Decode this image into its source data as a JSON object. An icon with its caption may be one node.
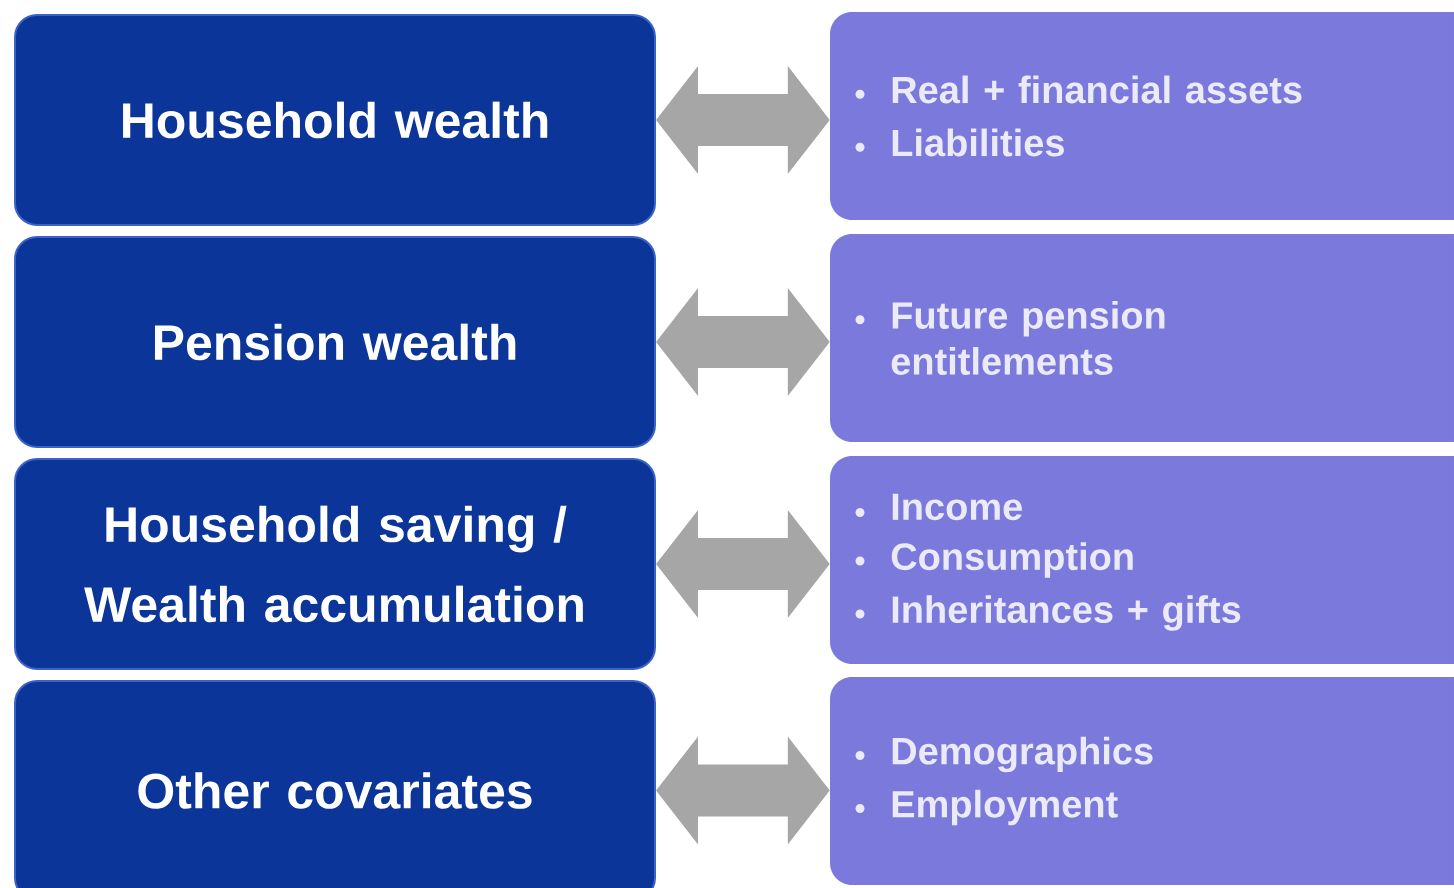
{
  "diagram": {
    "nodes": [
      {
        "text": [
          "Household wealth"
        ]
      },
      {
        "text": [
          "Real + financial assets",
          "Liabilities"
        ]
      },
      {
        "text": [
          "Pension wealth"
        ]
      },
      {
        "text": [
          "Future pension entitlements"
        ]
      },
      {
        "text": [
          "Household saving / Wealth accumulation"
        ]
      },
      {
        "text": [
          "Income",
          "Consumption",
          "Inheritances + gifts"
        ]
      },
      {
        "text": [
          "Other covariates"
        ]
      },
      {
        "text": [
          "Demographics",
          "Employment"
        ]
      }
    ],
    "edges": [
      {
        "from": 0,
        "to": 1,
        "arrow": "both"
      },
      {
        "from": 2,
        "to": 3,
        "arrow": "both"
      },
      {
        "from": 4,
        "to": 5,
        "arrow": "both"
      },
      {
        "from": 6,
        "to": 7,
        "arrow": "both"
      }
    ]
  }
}
